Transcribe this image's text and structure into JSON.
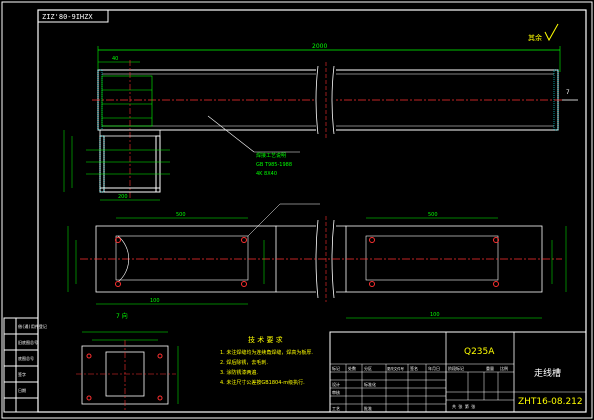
{
  "drawing": {
    "code_box": "ZIZ'80-9IHZX",
    "code_title": "ZHT16-08.212",
    "part_name": "走线槽",
    "material": "Q235A",
    "roughness": "其余",
    "section_label": "7 向",
    "weld_note_line1": "焊接工艺说明",
    "weld_note_line2": "GB T985-1988",
    "weld_note_line3": "4K 8X40",
    "dim_overall": "2000",
    "dim_slot_right": "500",
    "dim_slot_left": "500",
    "dim_bottom_left": "100",
    "dim_bottom_right": "100",
    "dim_top_small": "40",
    "dim_box_w": "200"
  },
  "tech_req": {
    "title": "技 术 要 求",
    "items": [
      "1. 未注焊缝均为连续角焊缝，焊高为板厚.",
      "2. 焊后除锈，去毛刺.",
      "3. 涂防锈漆两遍.",
      "4. 未注尺寸公差按GB1804-m级执行."
    ]
  },
  "title_block": {
    "row_labels": [
      "标记",
      "处数",
      "分区",
      "更改文件号",
      "签名",
      "年月日"
    ],
    "design": "设计",
    "standard": "标准化",
    "check": "审核",
    "process": "工艺",
    "approve": "批准",
    "stage": "阶段标记",
    "weight": "重量",
    "scale": "比例",
    "sheet": "共  张  第  张"
  },
  "left_strip": [
    "借(通)用件登记",
    "旧底图总号",
    "底图总号",
    "签字",
    "日期"
  ]
}
